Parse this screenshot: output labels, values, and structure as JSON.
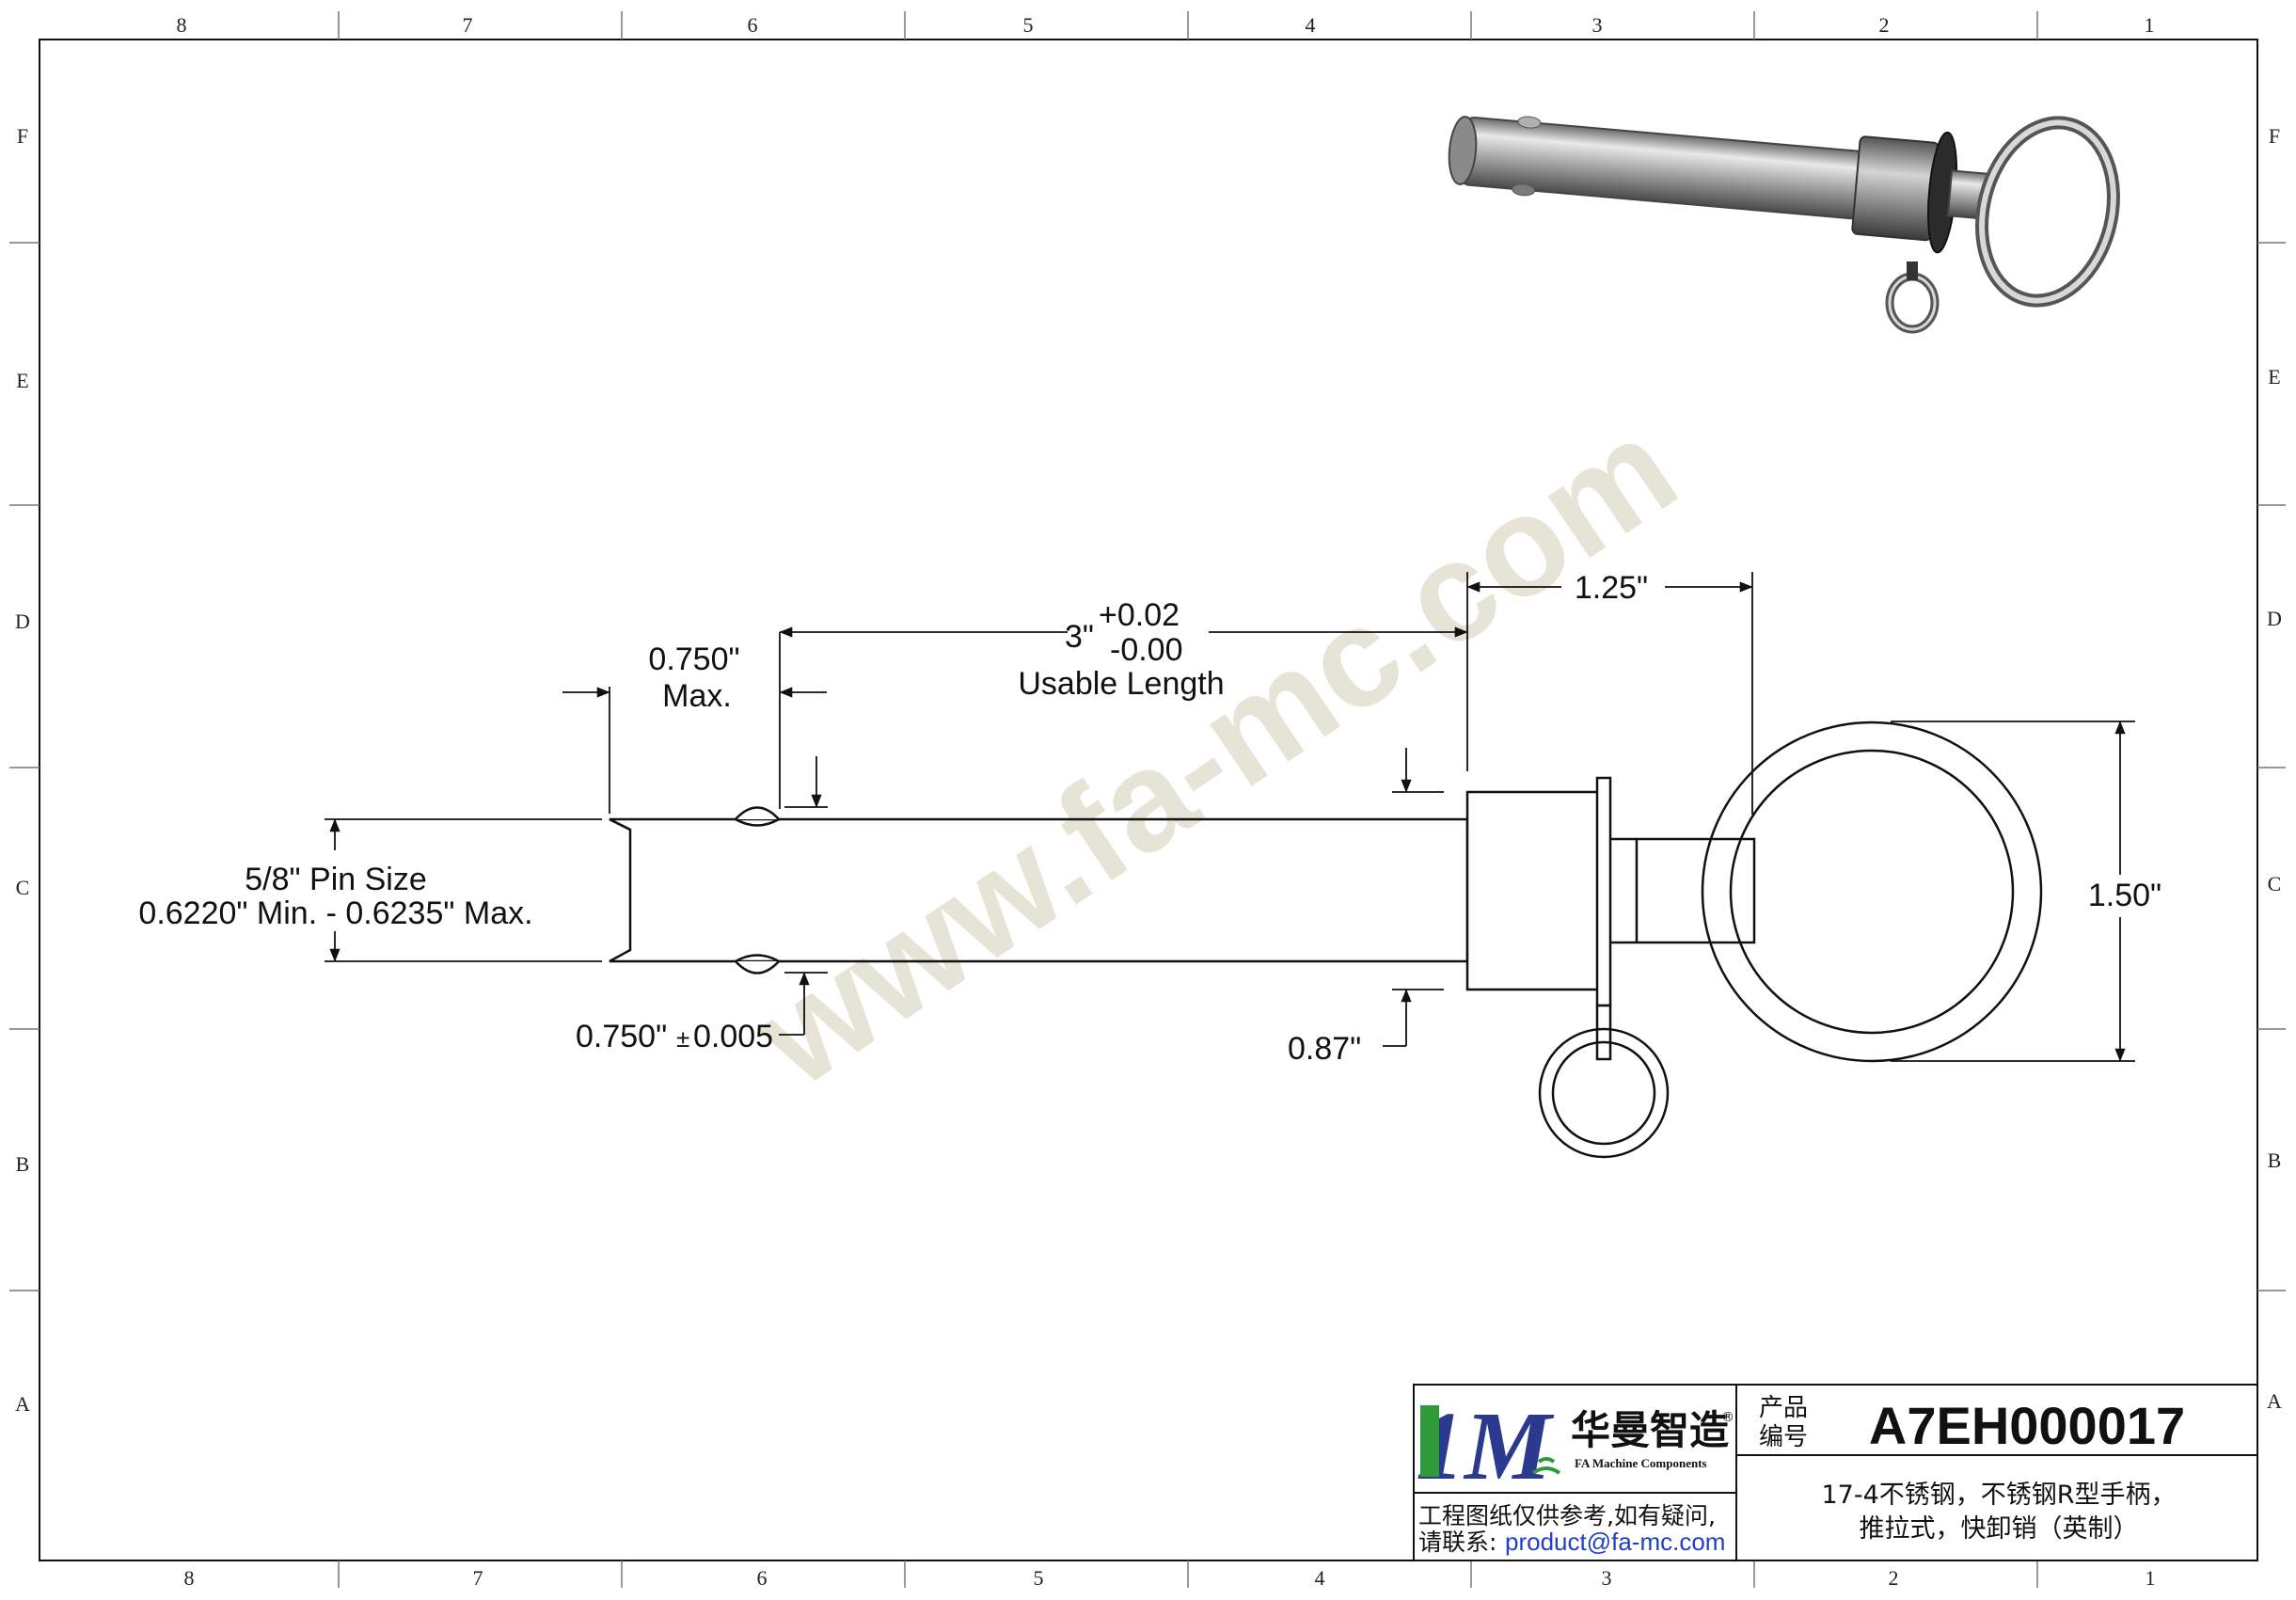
{
  "border": {
    "columns": [
      "8",
      "7",
      "6",
      "5",
      "4",
      "3",
      "2",
      "1"
    ],
    "rows": [
      "F",
      "E",
      "D",
      "C",
      "B",
      "A"
    ]
  },
  "watermark": "www.fa-mc.com",
  "dimensions": {
    "usable_length_value": "3\"",
    "usable_length_tol_plus": "+0.02",
    "usable_length_tol_minus": "-0.00",
    "usable_length_label": "Usable Length",
    "ball_pos_value": "0.750\"",
    "ball_pos_label": "Max.",
    "collar_length": "1.25\"",
    "pin_size_line1": "5/8\" Pin Size",
    "pin_size_line2": "0.6220\" Min. - 0.6235\" Max.",
    "ball_span": "0.750\"",
    "ball_span_tol": "±",
    "ball_span_tol_value": "0.005",
    "collar_diameter": "0.87\"",
    "ring_diameter": "1.50\""
  },
  "title_block": {
    "logo_mark": "1M",
    "company_cn": "华曼智造",
    "company_en": "FA Machine Components",
    "registered": "®",
    "notice_line1": "工程图纸仅供参考,如有疑问,",
    "notice_line2_prefix": "请联系: ",
    "notice_email": "product@fa-mc.com",
    "part_no_label_1": "产品",
    "part_no_label_2": "编号",
    "part_number": "A7EH000017",
    "description_line1": "17-4不锈钢，不锈钢R型手柄，",
    "description_line2": "推拉式，快卸销（英制）"
  },
  "colors": {
    "line": "#111111",
    "logo_green": "#2e9a3a",
    "logo_blue": "#2b3a8f",
    "email_blue": "#1f3fc6",
    "watermark": "#d9d6c2"
  }
}
